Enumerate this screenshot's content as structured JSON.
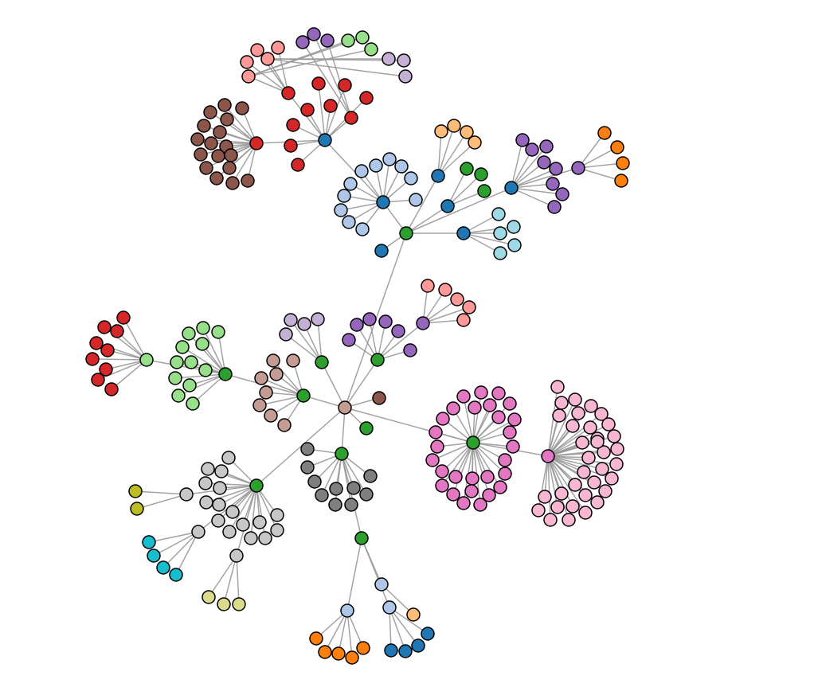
{
  "graph": {
    "edge_color": "#999999",
    "node_stroke": "#000000",
    "palette": {
      "blue": "#1f77b4",
      "light_blue": "#aec7e8",
      "orange": "#ff7f0e",
      "light_orange": "#ffbb78",
      "green": "#2ca02c",
      "light_green": "#98df8a",
      "red": "#d62728",
      "light_red": "#ff9896",
      "purple": "#9467bd",
      "light_purple": "#c5b0d5",
      "brown": "#8c564b",
      "light_brown": "#c49c94",
      "pink": "#e377c2",
      "light_pink": "#f7b6d2",
      "gray": "#7f7f7f",
      "light_gray": "#c7c7c7",
      "olive": "#bcbd22",
      "light_olive": "#dbdb8d",
      "cyan": "#17becf",
      "light_cyan": "#9edae5"
    },
    "clusters": [
      {
        "id": "hub",
        "color": "brown_light_hub",
        "node_count": 1
      },
      {
        "id": "top-blue-hub",
        "color": "blue",
        "node_count": 1
      },
      {
        "id": "top-red-hub",
        "color": "red",
        "node_count": 10
      },
      {
        "id": "brown-fan",
        "color": "brown",
        "node_count": 18
      },
      {
        "id": "light-red-fan",
        "color": "light_red",
        "node_count": 6
      },
      {
        "id": "purple-fan",
        "color": "purple",
        "node_count": 3
      },
      {
        "id": "light-green-fan",
        "color": "light_green",
        "node_count": 3
      },
      {
        "id": "light-purple-fan",
        "color": "light_purple",
        "node_count": 3
      },
      {
        "id": "light-blue-ring",
        "color": "light_blue",
        "node_count": 13
      },
      {
        "id": "pink-ring",
        "color": "pink",
        "node_count": 36
      },
      {
        "id": "light-pink-ring",
        "color": "light_pink",
        "node_count": 38
      },
      {
        "id": "gray-fan",
        "color": "gray",
        "node_count": 11
      },
      {
        "id": "light-gray-fan",
        "color": "light_gray",
        "node_count": 20
      },
      {
        "id": "orange-leaves",
        "color": "orange",
        "node_count": 10
      },
      {
        "id": "red-leaves",
        "color": "red",
        "node_count": 10
      },
      {
        "id": "light-green-leaves",
        "color": "light_green",
        "node_count": 14
      }
    ]
  }
}
